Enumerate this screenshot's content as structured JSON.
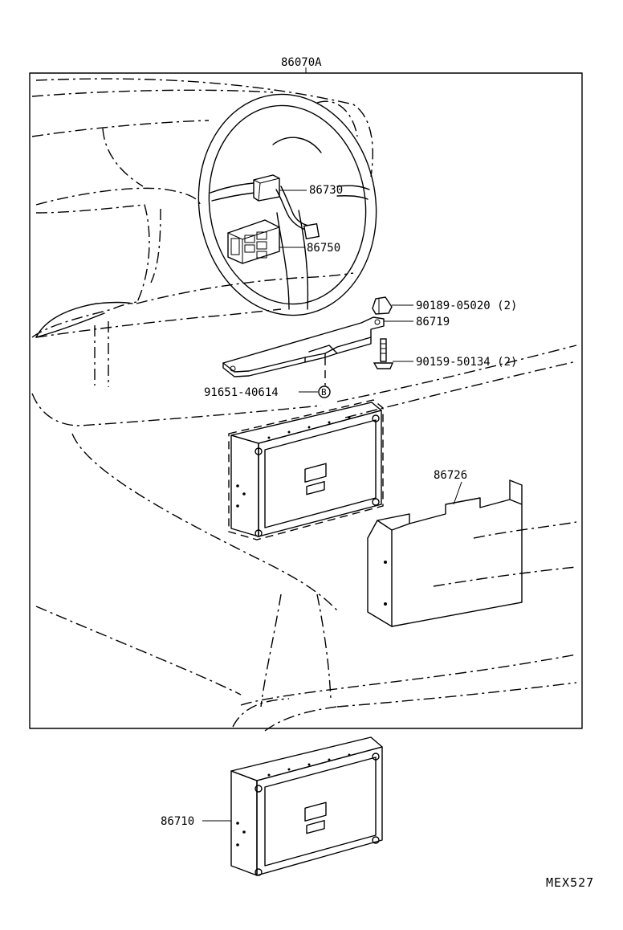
{
  "assembly_label": "86070A",
  "parts": {
    "steering_switch_connector": "86730",
    "steering_switch": "86750",
    "bracket_nut": "90189-05020 (2)",
    "bracket": "86719",
    "bolt": "90159-50134 (2)",
    "clip": "91651-40614",
    "cover": "86726",
    "control_unit": "86710"
  },
  "clip_marker": "B",
  "diagram_code": "MEX527"
}
